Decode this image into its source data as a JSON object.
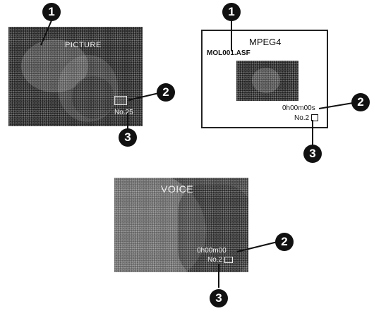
{
  "panels": {
    "picture": {
      "label": "PICTURE",
      "mini_icon_line1": "",
      "mini_icon_line2": "",
      "file_number": "No.25"
    },
    "mpeg4": {
      "format_label": "MPEG4",
      "file_name": "MOL001.ASF",
      "time": "0h00m00s",
      "file_number": "No.2"
    },
    "voice": {
      "label": "VOICE",
      "time": "0h00m00",
      "file_number": "No.2"
    }
  },
  "callouts": {
    "one": "1",
    "two": "2",
    "three": "3"
  },
  "colors": {
    "callout_fill": "#111111",
    "line": "#111111",
    "photo_dark": "#1e1e1e"
  }
}
